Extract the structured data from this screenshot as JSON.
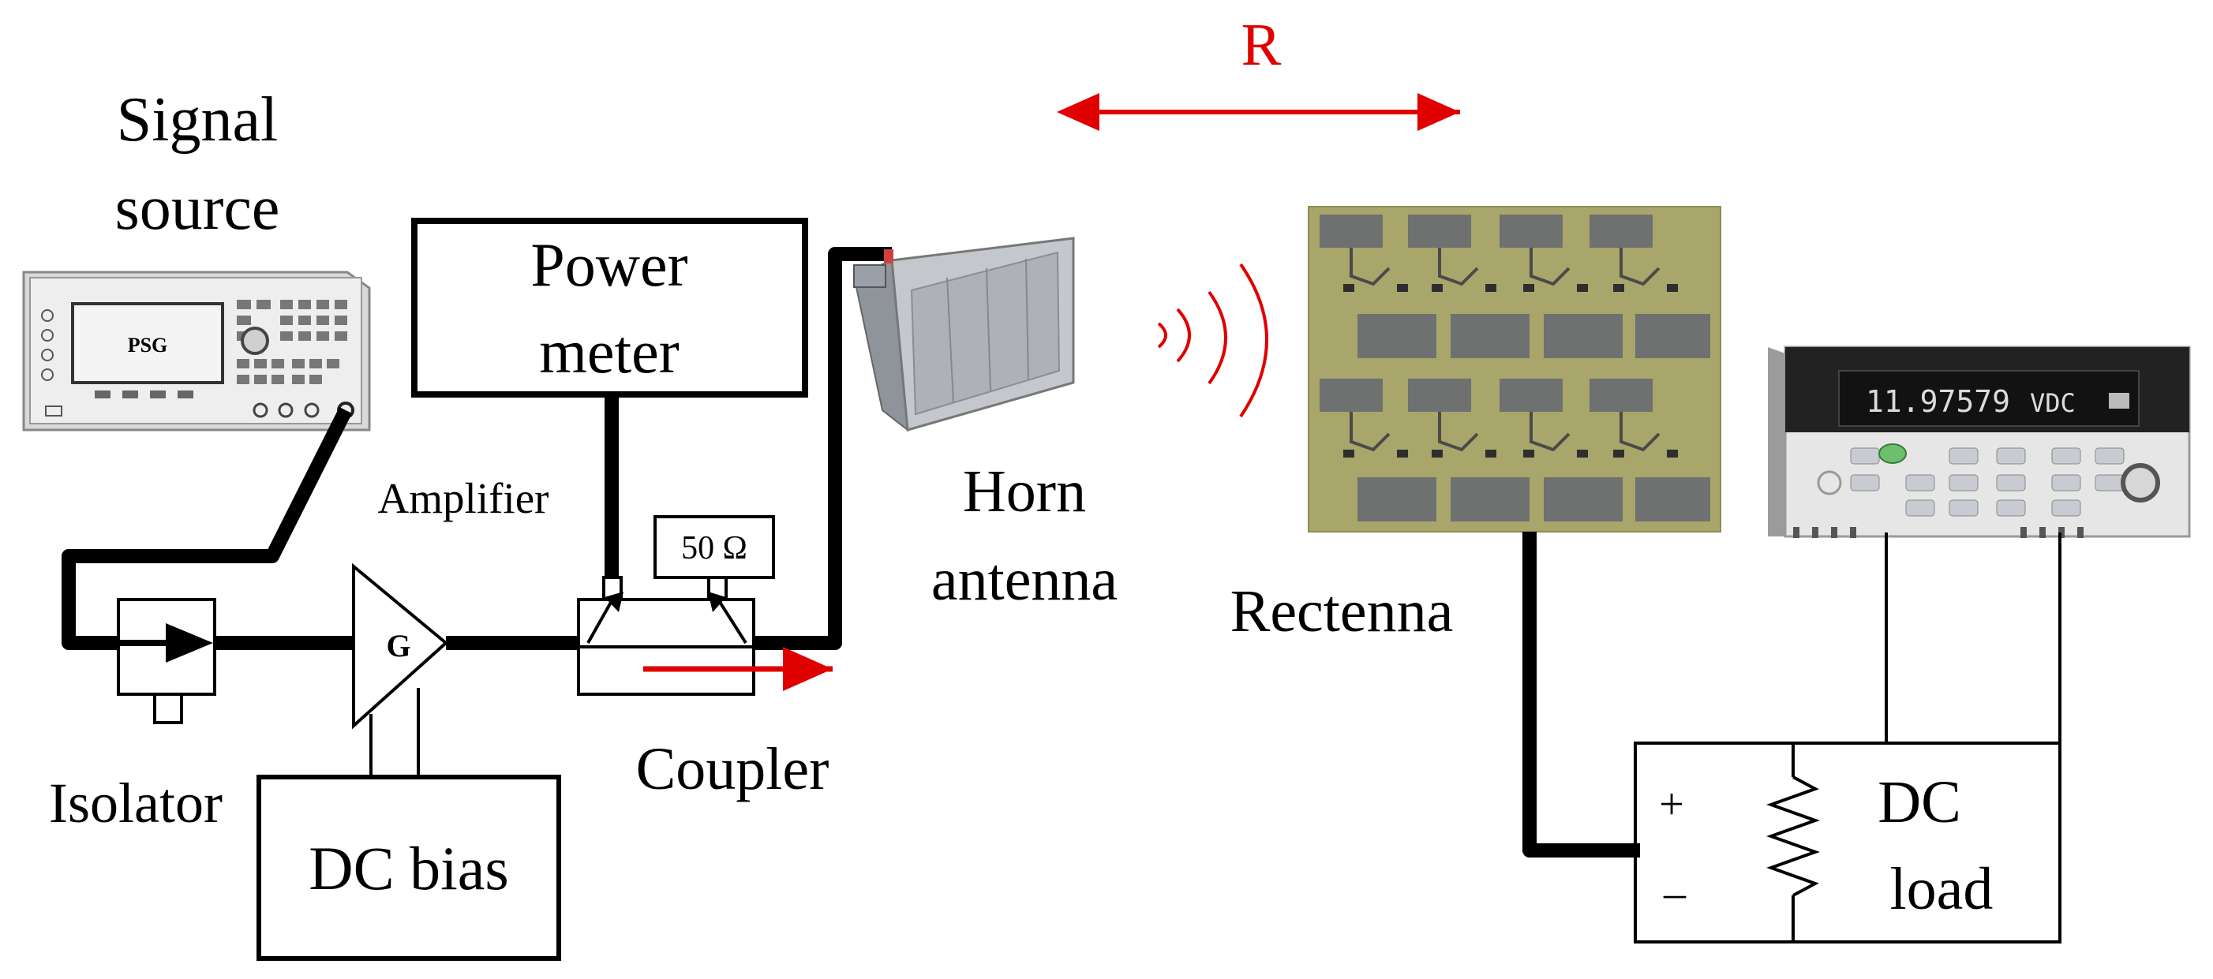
{
  "labels": {
    "signal_source_line1": "Signal",
    "signal_source_line2": "source",
    "psg_screen": "PSG",
    "power_meter_line1": "Power",
    "power_meter_line2": "meter",
    "amplifier": "Amplifier",
    "amplifier_gain": "G",
    "termination": "50 Ω",
    "isolator": "Isolator",
    "dc_bias": "DC bias",
    "coupler": "Coupler",
    "horn_line1": "Horn",
    "horn_line2": "antenna",
    "rectenna": "Rectenna",
    "distance": "R",
    "dc_load_line1": "DC",
    "dc_load_line2": "load",
    "plus": "+",
    "minus": "–",
    "multimeter_reading": "11.97579",
    "multimeter_unit": "VDC"
  },
  "colors": {
    "wire": "#000000",
    "accent": "#e00000",
    "rectenna_board": "#a8a66a",
    "rectenna_patch": "#707070",
    "horn_metal": "#b9bcc2",
    "instrument_body": "#e6e6e6"
  }
}
